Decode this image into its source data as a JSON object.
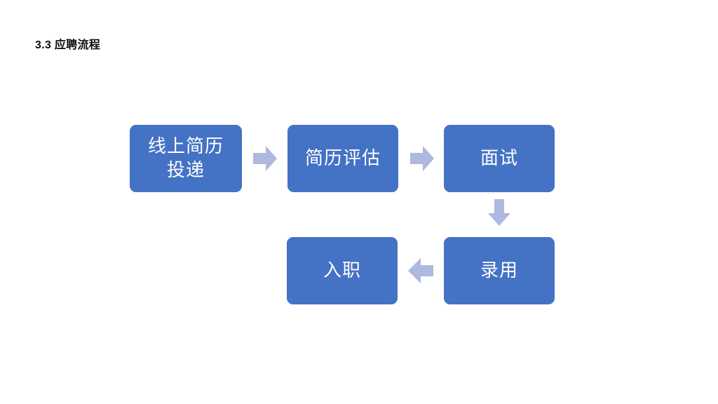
{
  "slide": {
    "title": "3.3 应聘流程",
    "background_color": "#ffffff",
    "title_color": "#0d0d0d"
  },
  "theme": {
    "box_fill": "#4472C4",
    "box_text_color": "#ffffff",
    "arrow_fill": "#ADB9DE"
  },
  "diagram": {
    "type": "process-flow",
    "boxes": [
      {
        "id": "online-resume",
        "label": "线上简历\n投递",
        "row": 1,
        "order": 1
      },
      {
        "id": "resume-review",
        "label": "简历评估",
        "row": 1,
        "order": 2
      },
      {
        "id": "interview",
        "label": "面试",
        "row": 1,
        "order": 3
      },
      {
        "id": "onboarding",
        "label": "入职",
        "row": 2,
        "order": 5
      },
      {
        "id": "offer",
        "label": "录用",
        "row": 2,
        "order": 4
      }
    ],
    "arrows": [
      {
        "id": "arrow-1",
        "direction": "right",
        "from": "online-resume",
        "to": "resume-review"
      },
      {
        "id": "arrow-2",
        "direction": "right",
        "from": "resume-review",
        "to": "interview"
      },
      {
        "id": "arrow-3",
        "direction": "down",
        "from": "interview",
        "to": "offer"
      },
      {
        "id": "arrow-4",
        "direction": "left",
        "from": "offer",
        "to": "onboarding"
      }
    ]
  }
}
